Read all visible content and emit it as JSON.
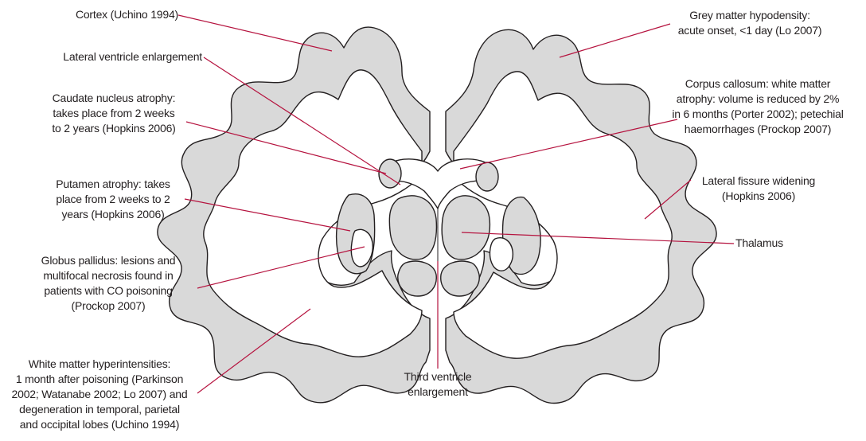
{
  "colors": {
    "tissue_fill": "#d9d9d9",
    "outline": "#231f20",
    "leader": "#b5123e",
    "background": "#ffffff"
  },
  "labels": {
    "cortex": "Cortex (Uchino 1994)",
    "lateral_ventricle": "Lateral ventricle enlargement",
    "caudate": "Caudate nucleus atrophy:\ntakes place from 2 weeks\nto 2 years (Hopkins 2006)",
    "putamen": "Putamen atrophy: takes\nplace from 2 weeks to 2\nyears (Hopkins 2006)",
    "globus_pallidus": "Globus pallidus: lesions and\nmultifocal necrosis found in\npatients with CO poisoning\n(Prockop 2007)",
    "white_matter_hyper": "White matter hyperintensities:\n1 month after poisoning (Parkinson\n2002; Watanabe 2002; Lo 2007) and\ndegeneration in temporal, parietal\nand occipital lobes (Uchino 1994)",
    "grey_matter": "Grey matter hypodensity:\nacute onset, <1 day (Lo 2007)",
    "corpus_callosum": "Corpus callosum: white matter\natrophy: volume is reduced by 2%\nin 6 months (Porter 2002); petechial\nhaemorrhages (Prockop 2007)",
    "lateral_fissure": "Lateral fissure widening\n(Hopkins 2006)",
    "thalamus": "Thalamus",
    "third_ventricle": "Third ventricle\nenlargement"
  }
}
